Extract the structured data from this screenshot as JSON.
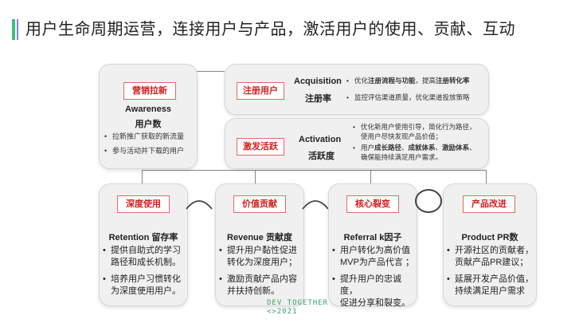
{
  "title": "用户生命周期运营，连接用户与产品，激活用户的使用、贡献、互动",
  "awareness": {
    "tag": "营销拉新",
    "name_en": "Awareness",
    "name_cn": "用户数",
    "bullets": [
      "拉新推广获取的新流量",
      "参与活动并下载的用户"
    ]
  },
  "acquisition": {
    "tag": "注册用户",
    "name_en": "Acquisition",
    "name_cn": "注册率",
    "bullet1": {
      "pre": "优化",
      "bold1": "注册流程与功能",
      "mid": "，提高",
      "bold2": "注册转化率"
    },
    "bullet2": "监控评估渠道质量，优化渠道投放策略"
  },
  "activation": {
    "tag": "激发活跃",
    "name_en": "Activation",
    "name_cn": "活跃度",
    "bullet1_line1": "优化新用户使用引导，简化行为路径，",
    "bullet1_line2": "使用户尽快发现产品价值；",
    "bullet2": {
      "pre": "用户",
      "b1": "成长路径",
      "sep1": "、",
      "b2": "成就体系",
      "sep2": "、",
      "b3": "激励体系",
      "post": "、"
    },
    "bullet2_line2": "确保能持续满足用户需求。"
  },
  "retention": {
    "tag": "深度使用",
    "name": "Retention 留存率",
    "b1l1": "提供自助式的学习",
    "b1l2": "路径和成长机制。",
    "b2l1": "培养用户习惯转化",
    "b2l2": "为深度使用用户。"
  },
  "revenue": {
    "tag": "价值贡献",
    "name": "Revenue 贡献度",
    "b1l1": "提升用户黏性促进",
    "b1l2": "转化为深度用户；",
    "b2l1": "激励贡献产品内容",
    "b2l2": "并扶持创新。"
  },
  "referral": {
    "tag": "核心裂变",
    "name": "Referral k因子",
    "b1l1": "用户转化为高价值",
    "b1l2": "MVP为产品代言 ；",
    "b2l1": "提升用户的忠诚度，",
    "b2l2": "促进分享和裂变。"
  },
  "product": {
    "tag": "产品改进",
    "name": "Product PR数",
    "b1l1": "开源社区的贡献者，",
    "b1l2": "贡献产品PR建议；",
    "b2l1": "延展开发产品价值，",
    "b2l2": "持续满足用户需求"
  },
  "watermark": {
    "line1": "DEV TOGETHER",
    "line2": "<>2021"
  },
  "colors": {
    "tag_red": "#d01e1e",
    "accent_green": "#3ec07a",
    "accent_purple": "#8f7ae0"
  }
}
